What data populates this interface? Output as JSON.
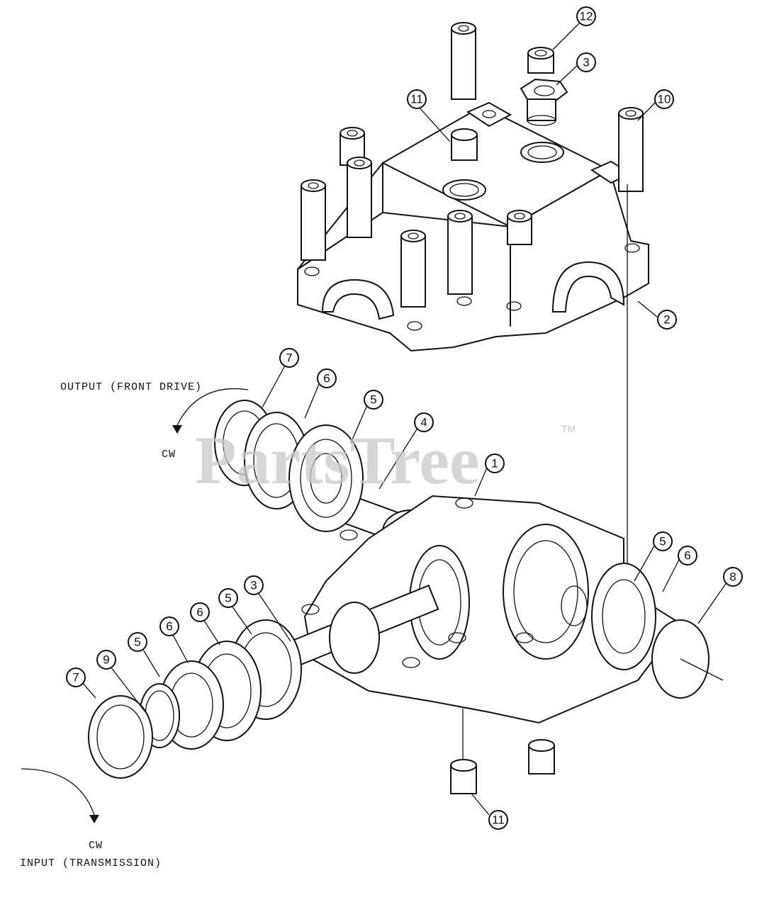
{
  "watermark": {
    "text": "PartsTree",
    "trademark": "TM"
  },
  "labels": {
    "output": "OUTPUT (FRONT DRIVE)",
    "output_rotation": "CW",
    "input_rotation": "CW",
    "input": "INPUT (TRANSMISSION)"
  },
  "callouts": [
    {
      "id": "c12",
      "text": "12"
    },
    {
      "id": "c3-top",
      "text": "3"
    },
    {
      "id": "c11-top",
      "text": "11"
    },
    {
      "id": "c10",
      "text": "10"
    },
    {
      "id": "c2",
      "text": "2"
    },
    {
      "id": "c7-top",
      "text": "7"
    },
    {
      "id": "c6-top",
      "text": "6"
    },
    {
      "id": "c5-top",
      "text": "5"
    },
    {
      "id": "c4",
      "text": "4"
    },
    {
      "id": "c1",
      "text": "1"
    },
    {
      "id": "c5-right",
      "text": "5"
    },
    {
      "id": "c6-right",
      "text": "6"
    },
    {
      "id": "c8",
      "text": "8"
    },
    {
      "id": "c3-mid",
      "text": "3"
    },
    {
      "id": "c5-mid",
      "text": "5"
    },
    {
      "id": "c6-mid",
      "text": "6"
    },
    {
      "id": "c6-left",
      "text": "6"
    },
    {
      "id": "c5-left",
      "text": "5"
    },
    {
      "id": "c9",
      "text": "9"
    },
    {
      "id": "c7-left",
      "text": "7"
    },
    {
      "id": "c11-bottom",
      "text": "11"
    }
  ]
}
